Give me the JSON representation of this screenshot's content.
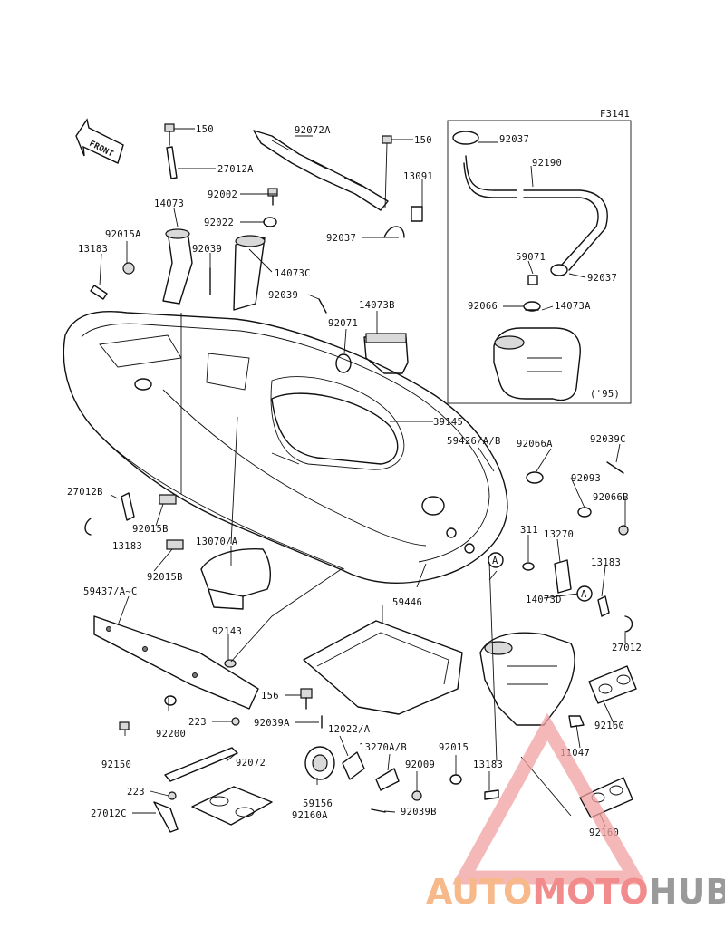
{
  "figure_code": "F3141",
  "front_arrow_text": "FRONT",
  "inset_note": "('95)",
  "callout_letter": "A",
  "watermark": {
    "auto": "AUTO",
    "moto": "MOTO",
    "hub": "HUB"
  },
  "labels": {
    "p150a": "150",
    "p27012A": "27012A",
    "p92072A": "92072A",
    "p150b": "150",
    "p13091": "13091",
    "p92037a": "92037",
    "p92002": "92002",
    "p92022": "92022",
    "p14073": "14073",
    "p92015A": "92015A",
    "p13183a": "13183",
    "p92039a": "92039",
    "p14073C": "14073C",
    "p92039b": "92039",
    "p14073B": "14073B",
    "p92071": "92071",
    "p39145": "39145",
    "p92037b": "92037",
    "p92190": "92190",
    "p59071": "59071",
    "p92037c": "92037",
    "p92066": "92066",
    "p14073A": "14073A",
    "p59426": "59426/A/B",
    "p92066A": "92066A",
    "p92039C": "92039C",
    "p92093": "92093",
    "p92066B": "92066B",
    "p27012B": "27012B",
    "p92015B_a": "92015B",
    "p13183b": "13183",
    "p92015B_b": "92015B",
    "p13070A": "13070/A",
    "p311": "311",
    "p13270": "13270",
    "p13183c": "13183",
    "p14073D": "14073D",
    "p27012": "27012",
    "p59437": "59437/A~C",
    "p59446": "59446",
    "p92143": "92143",
    "p156": "156",
    "p92039A": "92039A",
    "p12022A": "12022/A",
    "p13270AB": "13270A/B",
    "p92015": "92015",
    "p13183d": "13183",
    "p92009": "92009",
    "p92200": "92200",
    "p223a": "223",
    "p92072": "92072",
    "p92150": "92150",
    "p11047": "11047",
    "p92160a": "92160",
    "p223b": "223",
    "p27012C": "27012C",
    "p59156": "59156",
    "p92160A": "92160A",
    "p92039B": "92039B",
    "p92160b": "92160"
  }
}
